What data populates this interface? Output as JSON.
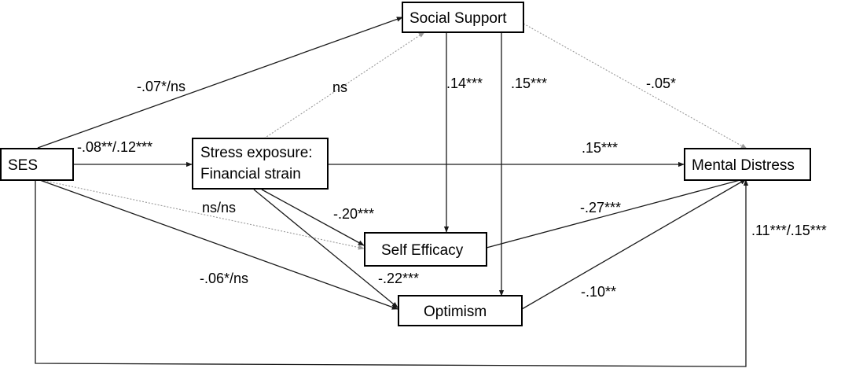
{
  "nodes": {
    "ses": "SES",
    "social_support": "Social Support",
    "stress_line1": "Stress exposure:",
    "stress_line2": "Financial strain",
    "mental_distress": "Mental Distress",
    "self_efficacy": "Self Efficacy",
    "optimism": "Optimism"
  },
  "edge_labels": {
    "ses_to_social": "-.07*/ns",
    "ses_to_stress": "-.08**/.12***",
    "stress_to_social": "ns",
    "social_to_efficacy": ".14***",
    "social_to_optimism": ".15***",
    "social_to_distress": "-.05*",
    "stress_to_distress": ".15***",
    "ses_to_efficacy": "ns/ns",
    "stress_to_efficacy": "-.20***",
    "efficacy_to_distress": "-.27***",
    "ses_to_distress": ".11***/.15***",
    "ses_to_optimism": "-.06*/ns",
    "stress_to_optimism": "-.22***",
    "optimism_to_distress": "-.10**"
  }
}
